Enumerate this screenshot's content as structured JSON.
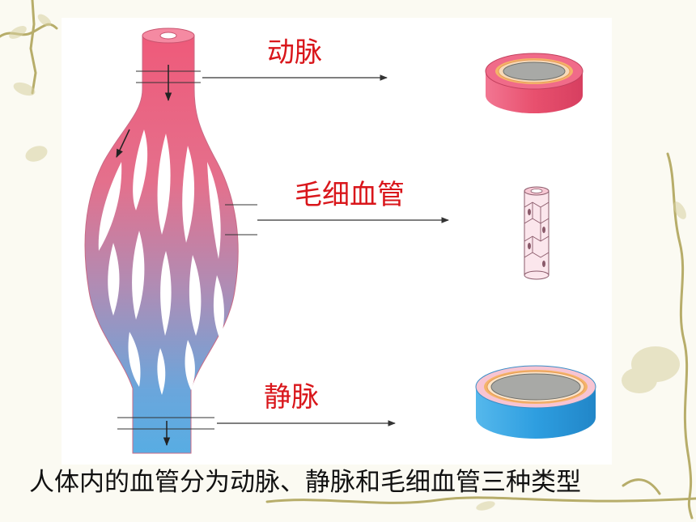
{
  "labels": {
    "artery": "动脉",
    "capillary": "毛细血管",
    "vein": "静脉"
  },
  "caption": "人体内的血管分为动脉、静脉和毛细血管三种类型",
  "colors": {
    "artery": "#e8506e",
    "vein": "#5aaee0",
    "label_text": "#d9161b",
    "decoration_vine": "#b7ad6a"
  }
}
